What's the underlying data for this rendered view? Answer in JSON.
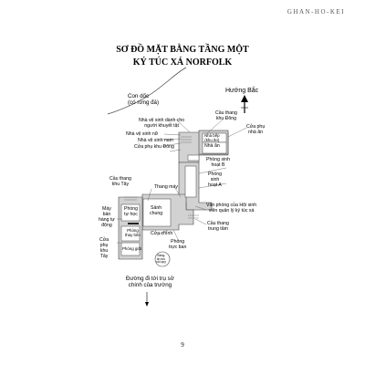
{
  "header": "GHAN-HO-KEI",
  "title": [
    "SƠ ĐỒ MẶT BẰNG TẦNG MỘT",
    "KÝ TÚC XÁ NORFOLK"
  ],
  "north_label": "Hướng Bắc",
  "hill_label": [
    "Con dốc",
    "(có rừng đá)"
  ],
  "left_labels": {
    "disabled_toilet": [
      "Nhà vệ sinh dành cho",
      "người khuyết tật"
    ],
    "female_toilet": "Nhà vệ sinh nữ",
    "male_toilet": "Nhà vệ sinh nam",
    "east_side_door": "Cửa phụ khu Đông",
    "west_stair": [
      "Cầu thang",
      "khu Tây"
    ],
    "elevator": "Thang máy",
    "vending": [
      "Máy",
      "bán",
      "hàng tự",
      "động"
    ],
    "west_side_door": [
      "Cửa",
      "phụ",
      "khu",
      "Tây"
    ]
  },
  "right_labels": {
    "east_stair": [
      "Cầu thang",
      "khu Đông"
    ],
    "kitchen_door": [
      "Cửa phụ",
      "nhà ăn"
    ],
    "activity_b": [
      "Phòng sinh",
      "hoạt B"
    ],
    "activity_a": [
      "Phòng",
      "sinh",
      "hoạt A"
    ],
    "council_office": [
      "Văn phòng của Hội sinh",
      "viên quản lý ký túc xá"
    ],
    "central_stair": [
      "Cầu thang",
      "trung tâm"
    ],
    "main_door": "Cửa chính",
    "duty_room": [
      "Phòng",
      "trực ban"
    ]
  },
  "rooms": {
    "kitchen_small": [
      "Nhà bếp",
      "(khu ăn)"
    ],
    "dining": "Nhà ăn",
    "lobby": [
      "Sảnh",
      "chung"
    ],
    "study": [
      "Phòng",
      "tự học"
    ],
    "laundry": [
      "Phòng",
      "thay bên"
    ],
    "laundry2": "Phòng giặt",
    "bulletin": [
      "Bảng",
      "tin tức",
      "nội quy"
    ]
  },
  "bottom_label": [
    "Đường đi tới trụ sở",
    "chính của trường"
  ],
  "page_number": "9"
}
